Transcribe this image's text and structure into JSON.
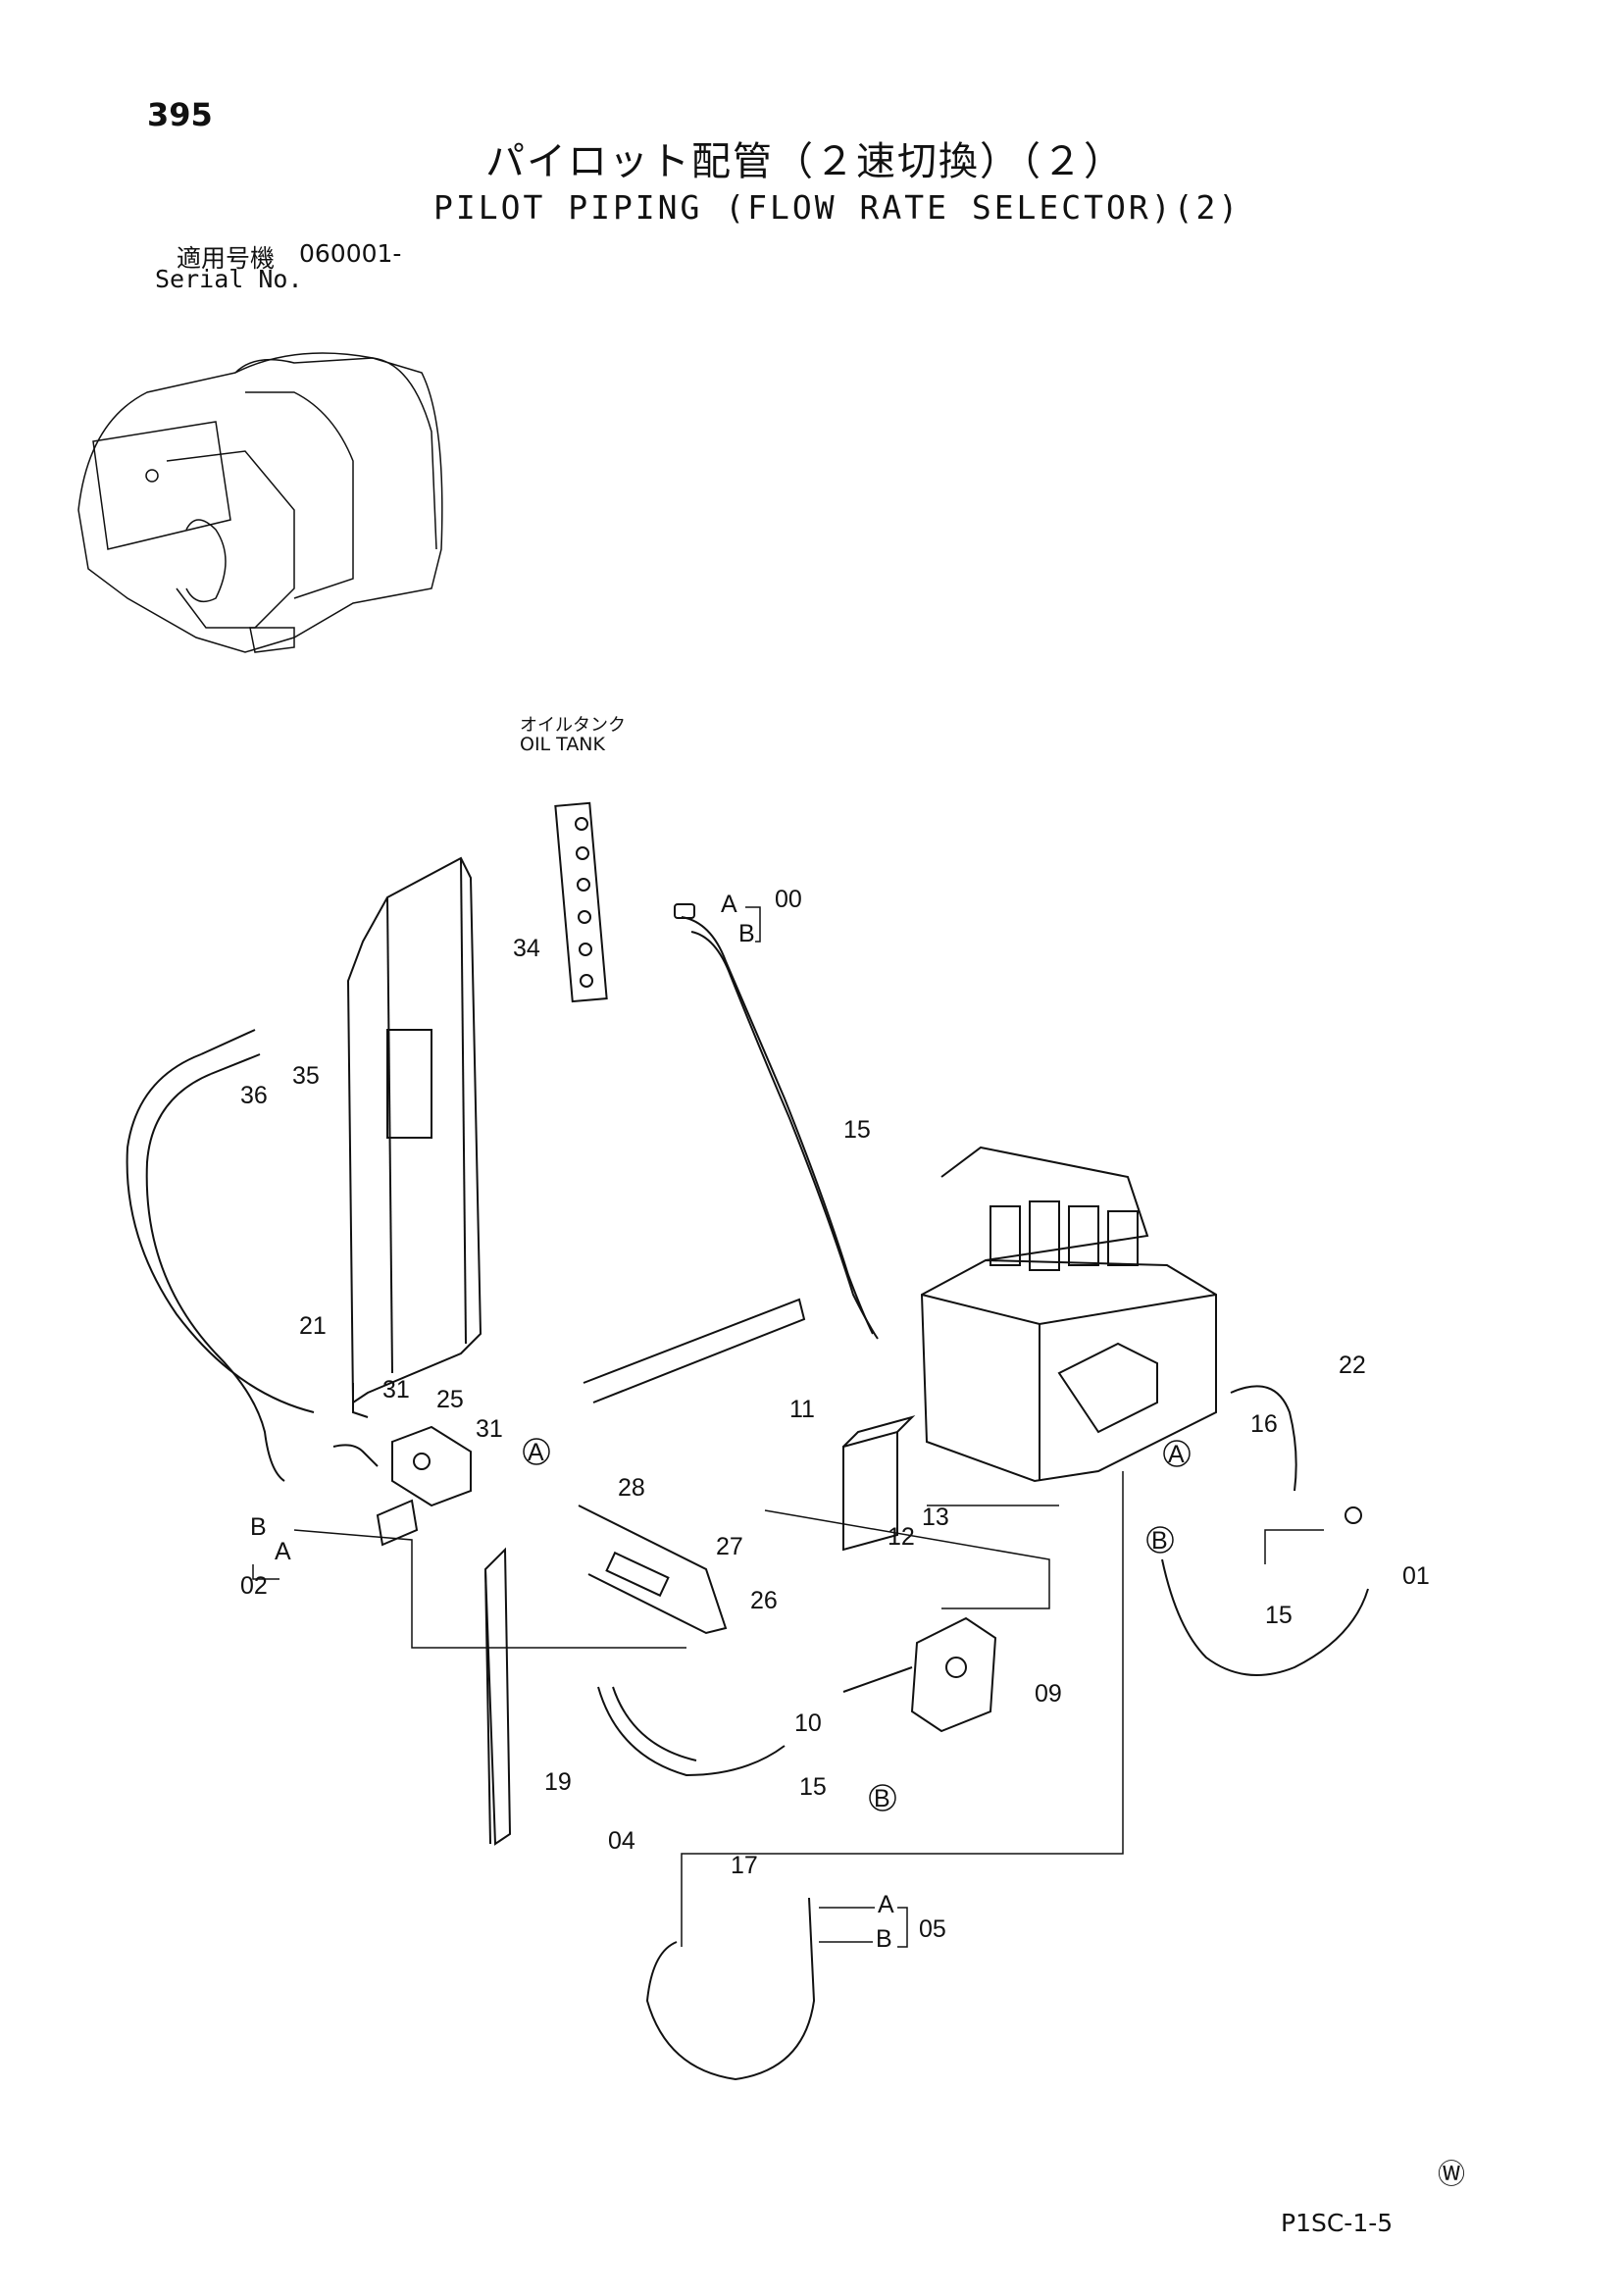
{
  "header": {
    "page_number": "395",
    "title_jp": "パイロット配管（２速切換）（２）",
    "title_en": "PILOT PIPING (FLOW RATE SELECTOR)(2)",
    "serial_label_jp": "適用号機",
    "serial_value": "060001-",
    "serial_label_en": "Serial No."
  },
  "labels": {
    "oil_tank_jp": "オイルタンク",
    "oil_tank_en": "OIL TANK"
  },
  "callouts": {
    "c00": "00",
    "c01": "01",
    "c02": "02",
    "c04": "04",
    "c05": "05",
    "c09": "09",
    "c10": "10",
    "c11": "11",
    "c12": "12",
    "c13": "13",
    "c15a": "15",
    "c15b": "15",
    "c15c": "15",
    "c16": "16",
    "c17": "17",
    "c19": "19",
    "c21": "21",
    "c22": "22",
    "c25": "25",
    "c26": "26",
    "c27": "27",
    "c28": "28",
    "c31a": "31",
    "c31b": "31",
    "c34": "34",
    "c35": "35",
    "c36": "36",
    "A": "A",
    "B": "B"
  },
  "footer": {
    "mark": "Ⓦ",
    "code": "P1SC-1-5"
  }
}
